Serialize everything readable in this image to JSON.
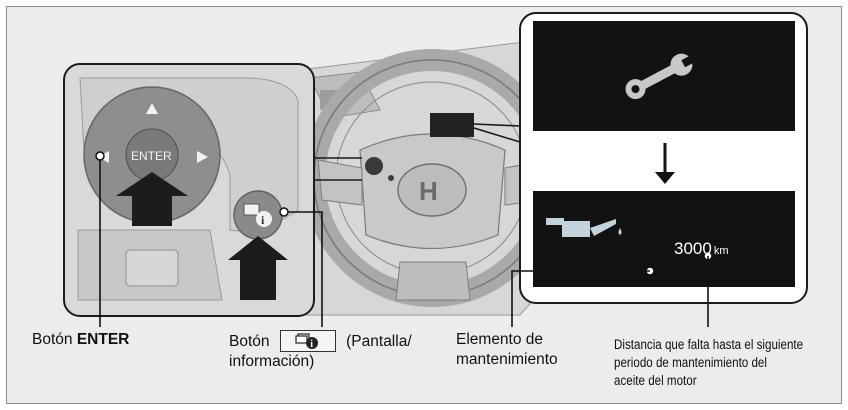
{
  "labels": {
    "enter_prefix": "Botón ",
    "enter_bold": "ENTER",
    "info_prefix": "Botón",
    "info_suffix": "(Pantalla/",
    "info_line2": "información)",
    "maint_line1": "Elemento de",
    "maint_line2": "mantenimiento",
    "dist_line1": "Distancia que falta hasta el siguiente",
    "dist_line2": "periodo de mantenimiento del",
    "dist_line3": "aceite del motor"
  },
  "pad": {
    "center_text": "ENTER"
  },
  "display": {
    "distance_value": "3000",
    "distance_unit": "km"
  },
  "colors": {
    "panel_bg": "#ececec",
    "screen_bg": "#121212",
    "icon_blue": "#c3d3dc",
    "wrench": "#c8c8c8"
  }
}
